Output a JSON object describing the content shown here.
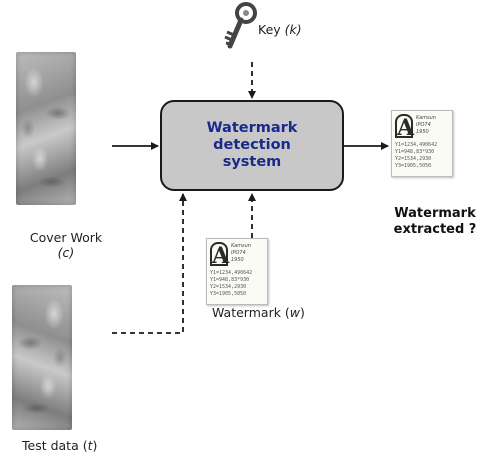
{
  "system_box": {
    "line1": "Watermark",
    "line2": "detection",
    "line3": "system"
  },
  "key": {
    "text": "Key ",
    "var": "(k)"
  },
  "cover": {
    "text": "Cover Work",
    "var": "(c)"
  },
  "test": {
    "text": "Test data (",
    "var": "t",
    "close": ")"
  },
  "watermark": {
    "text": "Watermark (",
    "var": "w",
    "close": ")"
  },
  "output": {
    "line1": "Watermark",
    "line2": "extracted ?"
  },
  "stamp": {
    "line1": "Kamsun",
    "line2": "IPO74",
    "line3": "1950",
    "d1": "Y1=1234,490642",
    "d2": "Y1=948,83*930",
    "d3": "Y2=1534,2930",
    "d4": "Y3=1905,5050",
    "letter": "A"
  },
  "colors": {
    "box_fill": "#c8c8c8",
    "box_text": "#1a2a8a",
    "arrow": "#1a1a1a"
  }
}
